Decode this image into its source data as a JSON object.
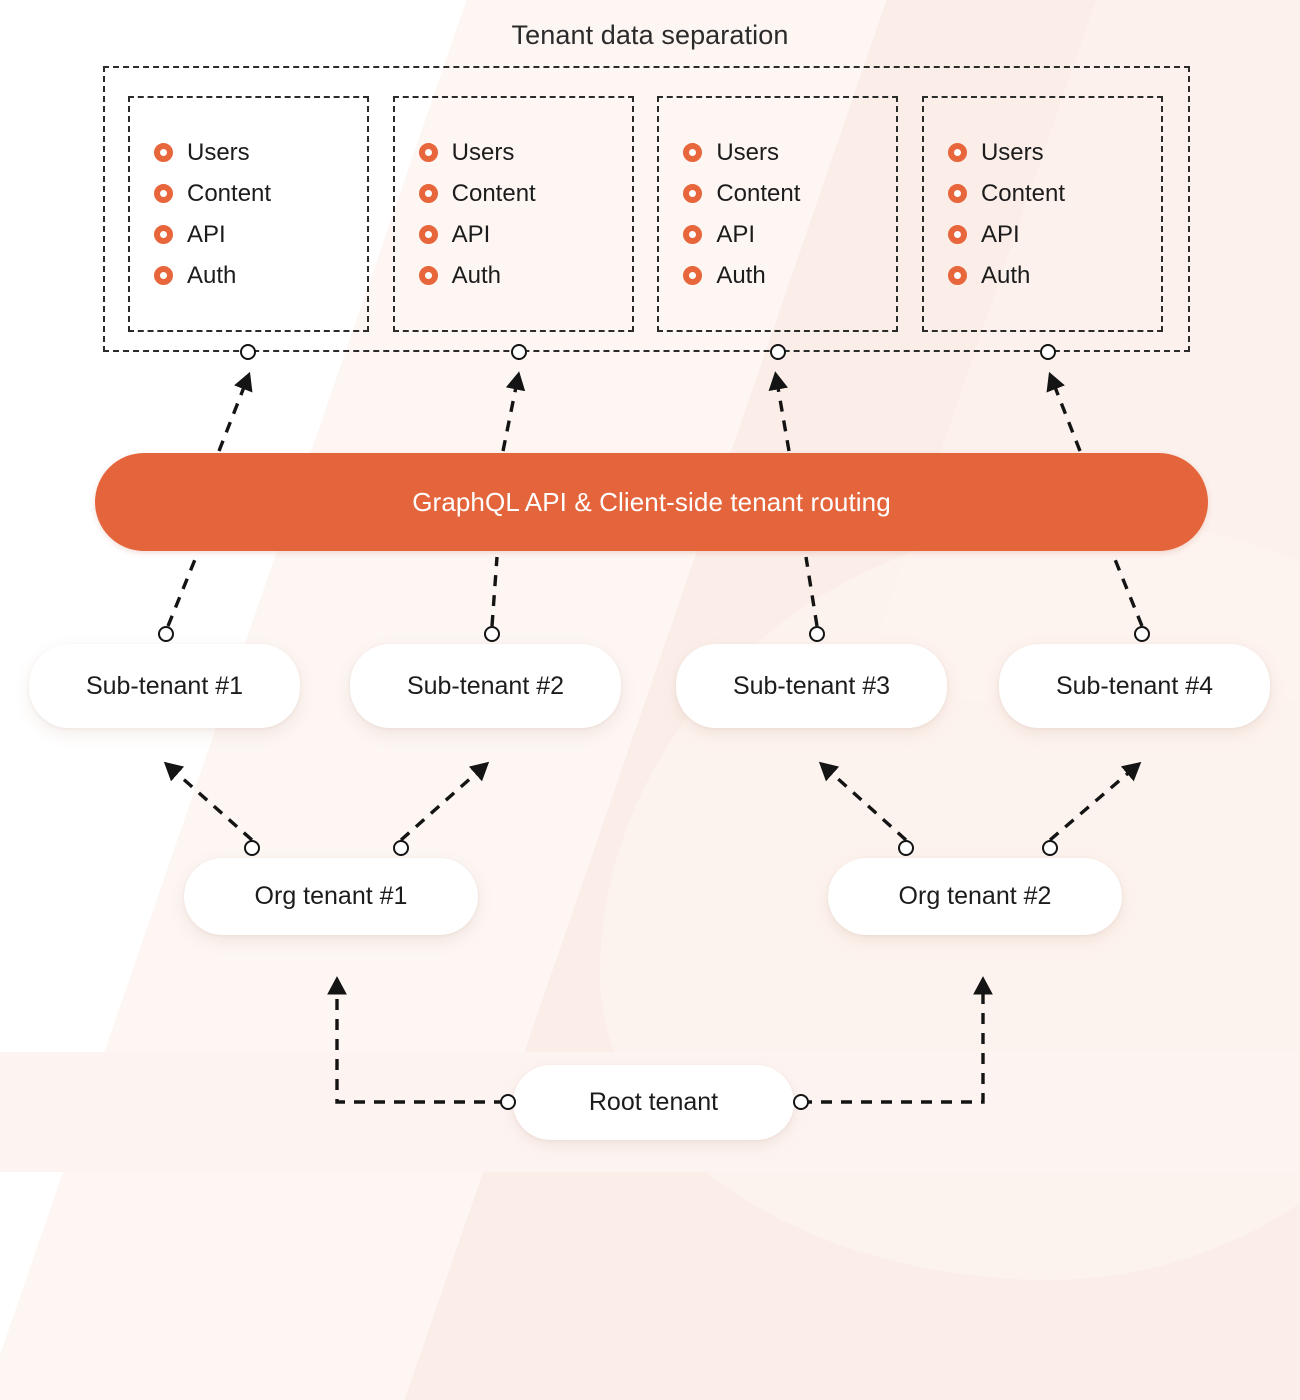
{
  "diagram": {
    "title": "Tenant data separation",
    "type": "architecture-tree"
  },
  "colors": {
    "accent_orange": "#e4653c",
    "ring_orange": "#e8663c",
    "background_pink": "#fbeee9",
    "node_white": "#ffffff",
    "stroke_dark": "#2b2b2b"
  },
  "tenant_data_separation": {
    "boxes": [
      {
        "id": "tenant-box-1",
        "items": [
          "Users",
          "Content",
          "API",
          "Auth"
        ]
      },
      {
        "id": "tenant-box-2",
        "items": [
          "Users",
          "Content",
          "API",
          "Auth"
        ]
      },
      {
        "id": "tenant-box-3",
        "items": [
          "Users",
          "Content",
          "API",
          "Auth"
        ]
      },
      {
        "id": "tenant-box-4",
        "items": [
          "Users",
          "Content",
          "API",
          "Auth"
        ]
      }
    ],
    "item_icon": "ring-icon"
  },
  "api_band": {
    "label": "GraphQL API & Client-side tenant routing"
  },
  "sub_tenants": [
    {
      "label": "Sub-tenant #1"
    },
    {
      "label": "Sub-tenant #2"
    },
    {
      "label": "Sub-tenant #3"
    },
    {
      "label": "Sub-tenant #4"
    }
  ],
  "org_tenants": [
    {
      "label": "Org tenant #1"
    },
    {
      "label": "Org tenant #2"
    }
  ],
  "root_tenant": {
    "label": "Root tenant"
  },
  "edges": [
    {
      "from": "Root tenant",
      "to": "Org tenant #1",
      "style": "dashed-arrow"
    },
    {
      "from": "Root tenant",
      "to": "Org tenant #2",
      "style": "dashed-arrow"
    },
    {
      "from": "Org tenant #1",
      "to": "Sub-tenant #1",
      "style": "dashed-arrow"
    },
    {
      "from": "Org tenant #1",
      "to": "Sub-tenant #2",
      "style": "dashed-arrow"
    },
    {
      "from": "Org tenant #2",
      "to": "Sub-tenant #3",
      "style": "dashed-arrow"
    },
    {
      "from": "Org tenant #2",
      "to": "Sub-tenant #4",
      "style": "dashed-arrow"
    },
    {
      "from": "Sub-tenant #1",
      "to": "GraphQL API & Client-side tenant routing",
      "style": "dashed"
    },
    {
      "from": "Sub-tenant #2",
      "to": "GraphQL API & Client-side tenant routing",
      "style": "dashed"
    },
    {
      "from": "Sub-tenant #3",
      "to": "GraphQL API & Client-side tenant routing",
      "style": "dashed"
    },
    {
      "from": "Sub-tenant #4",
      "to": "GraphQL API & Client-side tenant routing",
      "style": "dashed"
    },
    {
      "from": "GraphQL API & Client-side tenant routing",
      "to": "tenant-box-1",
      "style": "dashed-arrow"
    },
    {
      "from": "GraphQL API & Client-side tenant routing",
      "to": "tenant-box-2",
      "style": "dashed-arrow"
    },
    {
      "from": "GraphQL API & Client-side tenant routing",
      "to": "tenant-box-3",
      "style": "dashed-arrow"
    },
    {
      "from": "GraphQL API & Client-side tenant routing",
      "to": "tenant-box-4",
      "style": "dashed-arrow"
    }
  ]
}
